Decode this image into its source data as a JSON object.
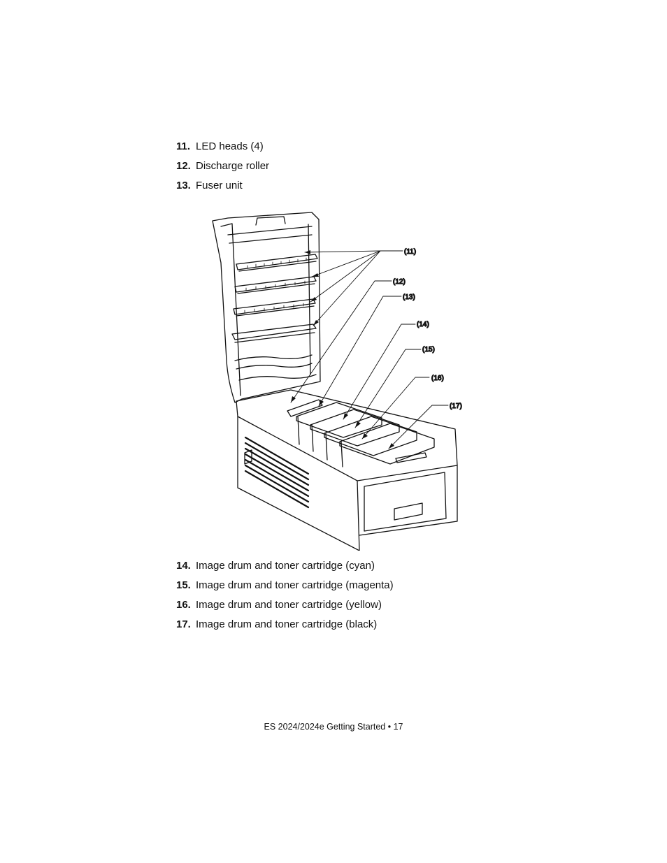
{
  "list_top": [
    {
      "number": "11.",
      "text": "LED heads (4)"
    },
    {
      "number": "12.",
      "text": "Discharge roller"
    },
    {
      "number": "13.",
      "text": "Fuser unit"
    }
  ],
  "figure": {
    "callouts": [
      "(11)",
      "(12)",
      "(13)",
      "(14)",
      "(15)",
      "(16)",
      "(17)"
    ]
  },
  "list_bottom": [
    {
      "number": "14.",
      "text": "Image drum  and toner cartridge (cyan)"
    },
    {
      "number": "15.",
      "text": "Image drum  and toner cartridge (magenta)"
    },
    {
      "number": "16.",
      "text": "Image drum  and toner cartridge (yellow)"
    },
    {
      "number": "17.",
      "text": "Image drum  and toner cartridge (black)"
    }
  ],
  "footer": "ES 2024/2024e Getting Started  • 17"
}
